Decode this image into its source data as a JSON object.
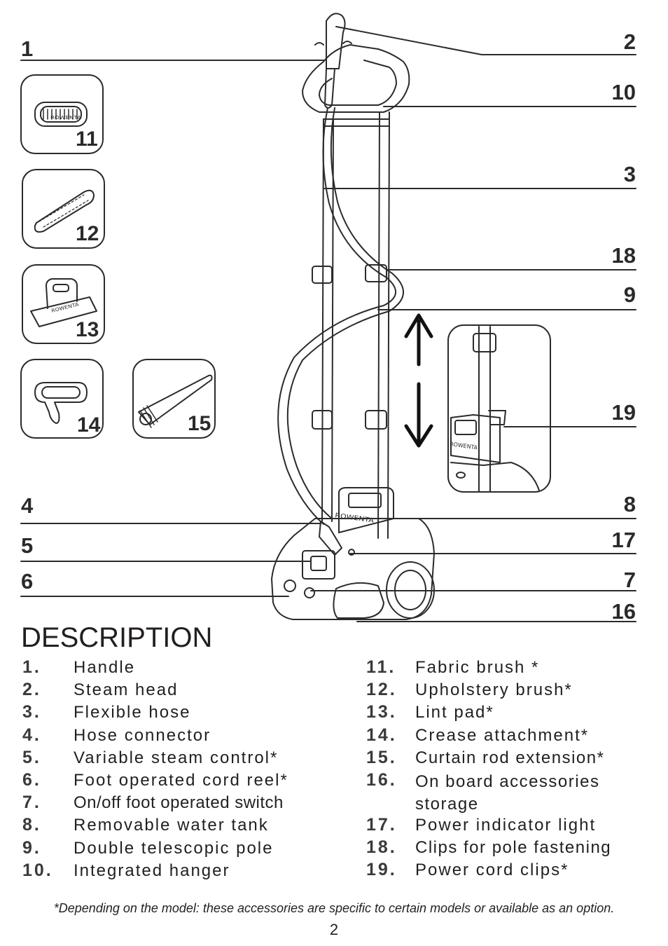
{
  "callouts": {
    "c1": "1",
    "c2": "2",
    "c3": "3",
    "c4": "4",
    "c5": "5",
    "c6": "6",
    "c7": "7",
    "c8": "8",
    "c9": "9",
    "c10": "10",
    "c16": "16",
    "c17": "17",
    "c18": "18",
    "c19": "19"
  },
  "accessory_numbers": {
    "a11": "11",
    "a12": "12",
    "a13": "13",
    "a14": "14",
    "a15": "15"
  },
  "brand_logo_text": "ROWENTA",
  "title": "DESCRIPTION",
  "items_left": [
    {
      "num": "1.",
      "label": "Handle"
    },
    {
      "num": "2.",
      "label": "Steam head"
    },
    {
      "num": "3.",
      "label": "Flexible hose"
    },
    {
      "num": "4.",
      "label": "Hose connector"
    },
    {
      "num": "5.",
      "label": "Variable steam control*"
    },
    {
      "num": "6.",
      "label": "Foot operated cord reel*"
    },
    {
      "num": "7.",
      "label": "On/off foot operated switch"
    },
    {
      "num": "8.",
      "label": "Removable water tank"
    },
    {
      "num": "9.",
      "label": "Double telescopic pole"
    },
    {
      "num": "10.",
      "label": "Integrated hanger"
    }
  ],
  "items_right": [
    {
      "num": "11.",
      "label": "Fabric brush *"
    },
    {
      "num": "12.",
      "label": "Upholstery brush*"
    },
    {
      "num": "13.",
      "label": "Lint pad*"
    },
    {
      "num": "14.",
      "label": "Crease attachment*"
    },
    {
      "num": "15.",
      "label": "Curtain rod extension*"
    },
    {
      "num": "16.",
      "label": "On board accessories storage"
    },
    {
      "num": "17.",
      "label": "Power indicator light"
    },
    {
      "num": "18.",
      "label": "Clips for pole fastening"
    },
    {
      "num": "19.",
      "label": "Power cord clips*"
    }
  ],
  "footnote": "*Depending on the model: these accessories are specific to certain models or available as an option.",
  "page_number": "2"
}
